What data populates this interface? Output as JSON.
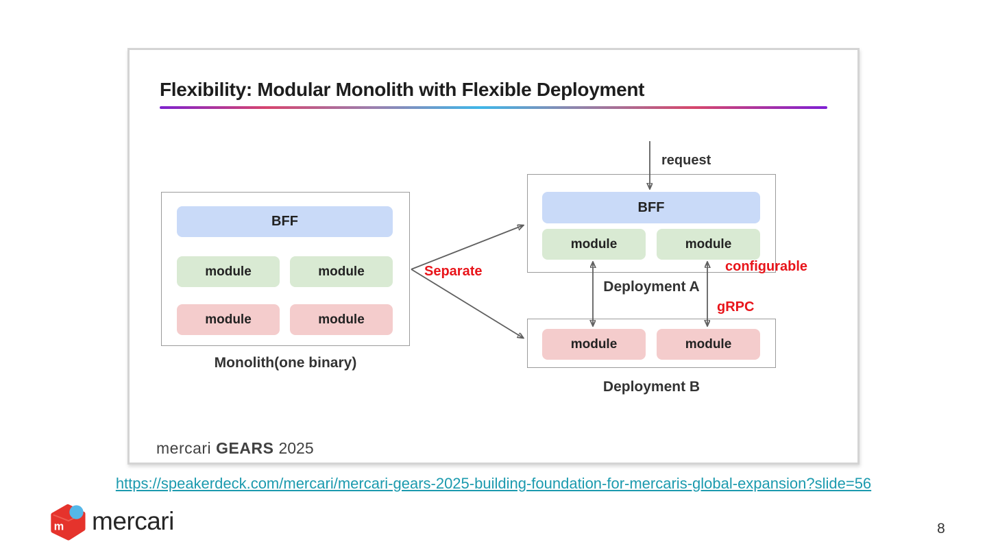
{
  "slide": {
    "title": "Flexibility: Modular Monolith with Flexible Deployment",
    "monolith": {
      "bff_label": "BFF",
      "modules": [
        "module",
        "module",
        "module",
        "module"
      ],
      "caption": "Monolith(one binary)"
    },
    "deployment_a": {
      "bff_label": "BFF",
      "modules": [
        "module",
        "module"
      ],
      "caption": "Deployment A"
    },
    "deployment_b": {
      "modules": [
        "module",
        "module"
      ],
      "caption": "Deployment B"
    },
    "annotations": {
      "request": "request",
      "separate": "Separate",
      "configurable": "configurable",
      "grpc": "gRPC"
    },
    "footer": {
      "brand": "mercari",
      "event": "GEARS",
      "year": "2025"
    }
  },
  "page": {
    "source_link": {
      "text": "https://speakerdeck.com/mercari/mercari-gears-2025-building-foundation-for-mercaris-global-expansion?slide=56",
      "href": "https://speakerdeck.com/mercari/mercari-gears-2025-building-foundation-for-mercaris-global-expansion?slide=56"
    },
    "brand_logo_text": "mercari",
    "page_number": "8"
  },
  "colors": {
    "bff_fill": "#c9daf8",
    "module_green": "#d9ead3",
    "module_pink": "#f4cccc",
    "annotation_red": "#e8141a",
    "arrow_gray": "#5f5f5f",
    "box_border": "#9a9a9a",
    "link_teal": "#1b9aae",
    "mercari_red": "#e5332c",
    "mercari_blue": "#55b7e8",
    "underline_gradient": [
      "#7e22ce 0%",
      "#d6456f 16%",
      "#9b7fae 32%",
      "#3fb6e8 48%",
      "#8d86ad 62%",
      "#d6476c 80%",
      "#7e1fd4 100%"
    ]
  }
}
